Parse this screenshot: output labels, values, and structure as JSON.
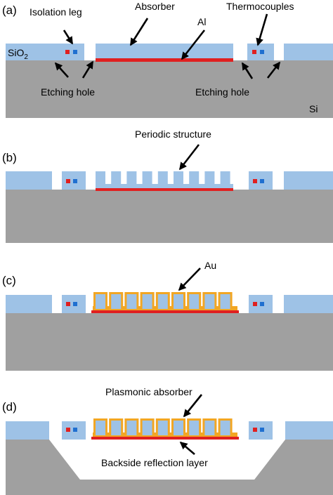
{
  "panels": [
    {
      "id": "a",
      "label": "(a)"
    },
    {
      "id": "b",
      "label": "(b)"
    },
    {
      "id": "c",
      "label": "(c)"
    },
    {
      "id": "d",
      "label": "(d)"
    }
  ],
  "labels": {
    "isolation_leg": "Isolation leg",
    "absorber": "Absorber",
    "thermocouples": "Thermocouples",
    "al": "Al",
    "sio2_main": "SiO",
    "sio2_sub": "2",
    "etching_hole_left": "Etching hole",
    "etching_hole_right": "Etching hole",
    "si": "Si",
    "periodic_structure": "Periodic structure",
    "au": "Au",
    "plasmonic_absorber": "Plasmonic absorber",
    "backside_reflection_layer": "Backside reflection layer"
  },
  "colors": {
    "silicon": "#a0a0a0",
    "sio2": "#9ec2e6",
    "aluminum": "#e02020",
    "gold": "#f2a623",
    "thermocouple_red": "#e02020",
    "thermocouple_blue": "#1f6fd0",
    "cavity": "#ffffff"
  }
}
